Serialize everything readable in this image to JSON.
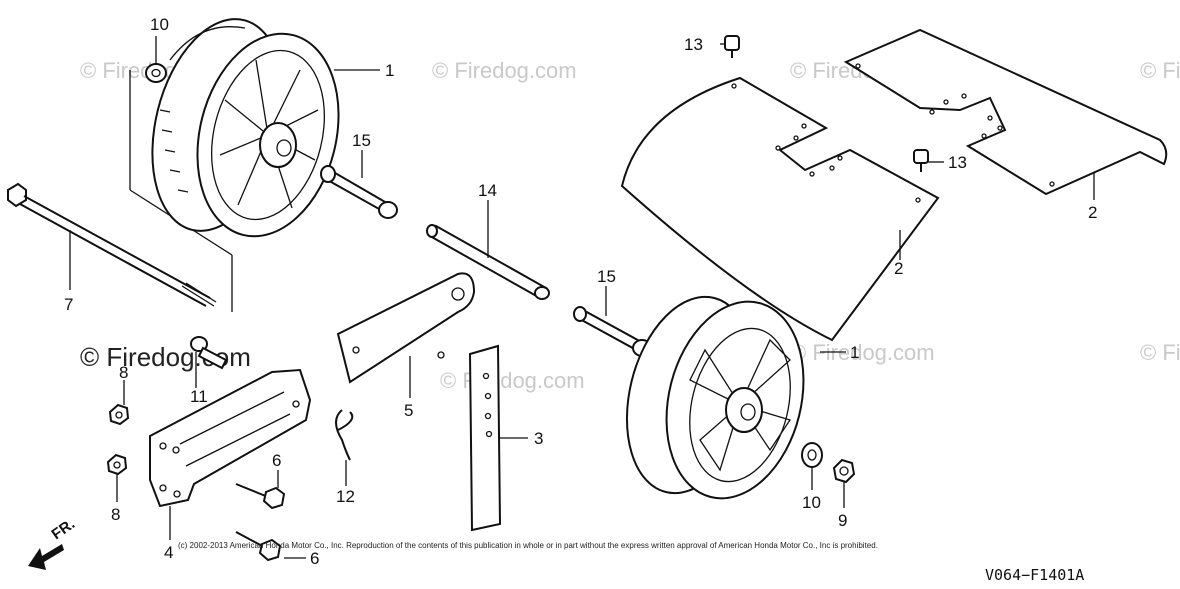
{
  "watermark": {
    "text": "© Firedog.com",
    "prominent": "© Firedog.com"
  },
  "callouts": {
    "c1a": "1",
    "c1b": "1",
    "c2a": "2",
    "c2b": "2",
    "c3": "3",
    "c4": "4",
    "c5": "5",
    "c6a": "6",
    "c6b": "6",
    "c7": "7",
    "c8a": "8",
    "c8b": "8",
    "c9": "9",
    "c10a": "10",
    "c10b": "10",
    "c11": "11",
    "c12": "12",
    "c13a": "13",
    "c13b": "13",
    "c14": "14",
    "c15a": "15",
    "c15b": "15"
  },
  "copyright": "(c) 2002-2013 American Honda Motor Co., Inc. Reproduction of the contents of this publication in whole or in part without the express written approval of American Honda Motor Co., Inc is prohibited.",
  "diagram_code": "V064−F1401A",
  "direction_label": "FR.",
  "colors": {
    "ink": "#111111",
    "watermark": "#c9c9c9"
  }
}
